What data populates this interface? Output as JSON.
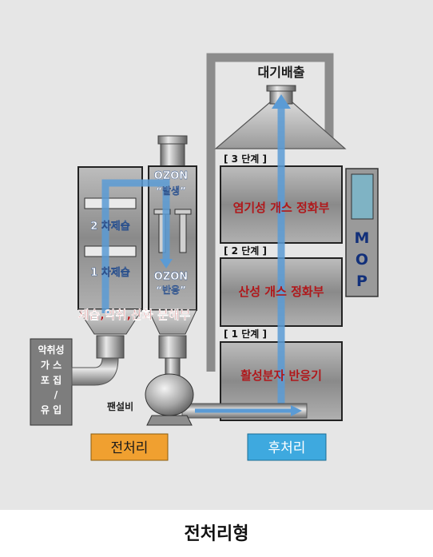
{
  "diagram": {
    "exhaust_label": "대기배출",
    "stage3_label": "[ 3 단계 ]",
    "stage2_label": "[ 2 단계 ]",
    "stage1_label": "[ 1 단계 ]",
    "stage3_name": "염기성 개스 정화부",
    "stage2_name": "산성 개스 정화부",
    "stage1_name": "활성분자 반응기",
    "mop_letters": [
      "M",
      "O",
      "P"
    ],
    "ozon_generate_en": "OZON",
    "ozon_generate_ko": "“발생”",
    "ozon_react_en": "OZON",
    "ozon_react_ko": "“반응”",
    "wet2_label": "2 차제습",
    "wet1_label": "1 차제습",
    "process_label": "제습,악취,산화 분해부",
    "inlet_line1": "악취성",
    "inlet_line2": "가  스",
    "inlet_line3": "포  집",
    "inlet_line4": "/",
    "inlet_line5": "유  입",
    "fan_label": "팬설비",
    "pre_treatment_label": "전처리",
    "post_treatment_label": "후처리"
  },
  "caption": "전처리형",
  "colors": {
    "flow_arrow": "#5b9bd5",
    "red_text": "#b0181b",
    "pre_box": "#f0a030",
    "post_box": "#3ea9df"
  }
}
